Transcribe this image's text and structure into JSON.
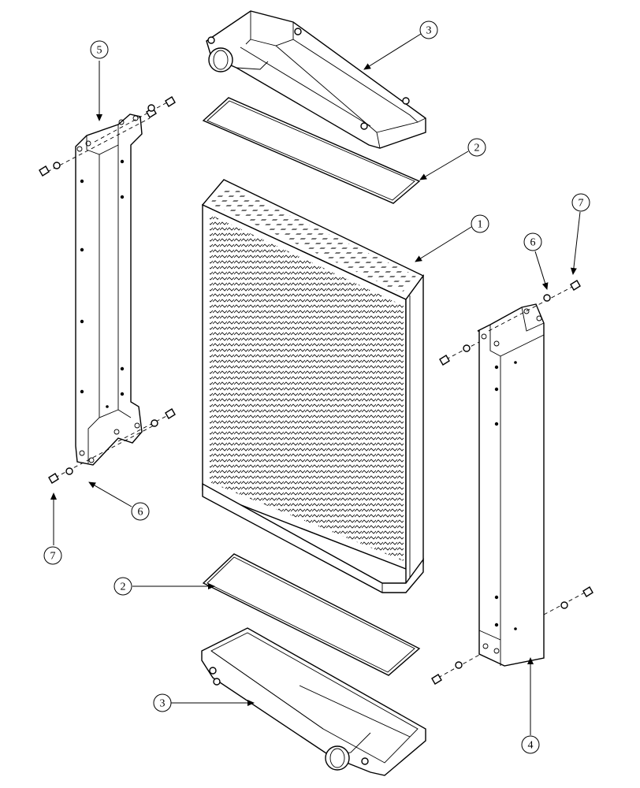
{
  "callouts": [
    {
      "id": "c3-top",
      "label": "3"
    },
    {
      "id": "c5",
      "label": "5"
    },
    {
      "id": "c2-top",
      "label": "2"
    },
    {
      "id": "c1",
      "label": "1"
    },
    {
      "id": "c7-right",
      "label": "7"
    },
    {
      "id": "c6-right",
      "label": "6"
    },
    {
      "id": "c6-left",
      "label": "6"
    },
    {
      "id": "c7-left",
      "label": "7"
    },
    {
      "id": "c2-bottom",
      "label": "2"
    },
    {
      "id": "c3-bottom",
      "label": "3"
    },
    {
      "id": "c4",
      "label": "4"
    }
  ]
}
